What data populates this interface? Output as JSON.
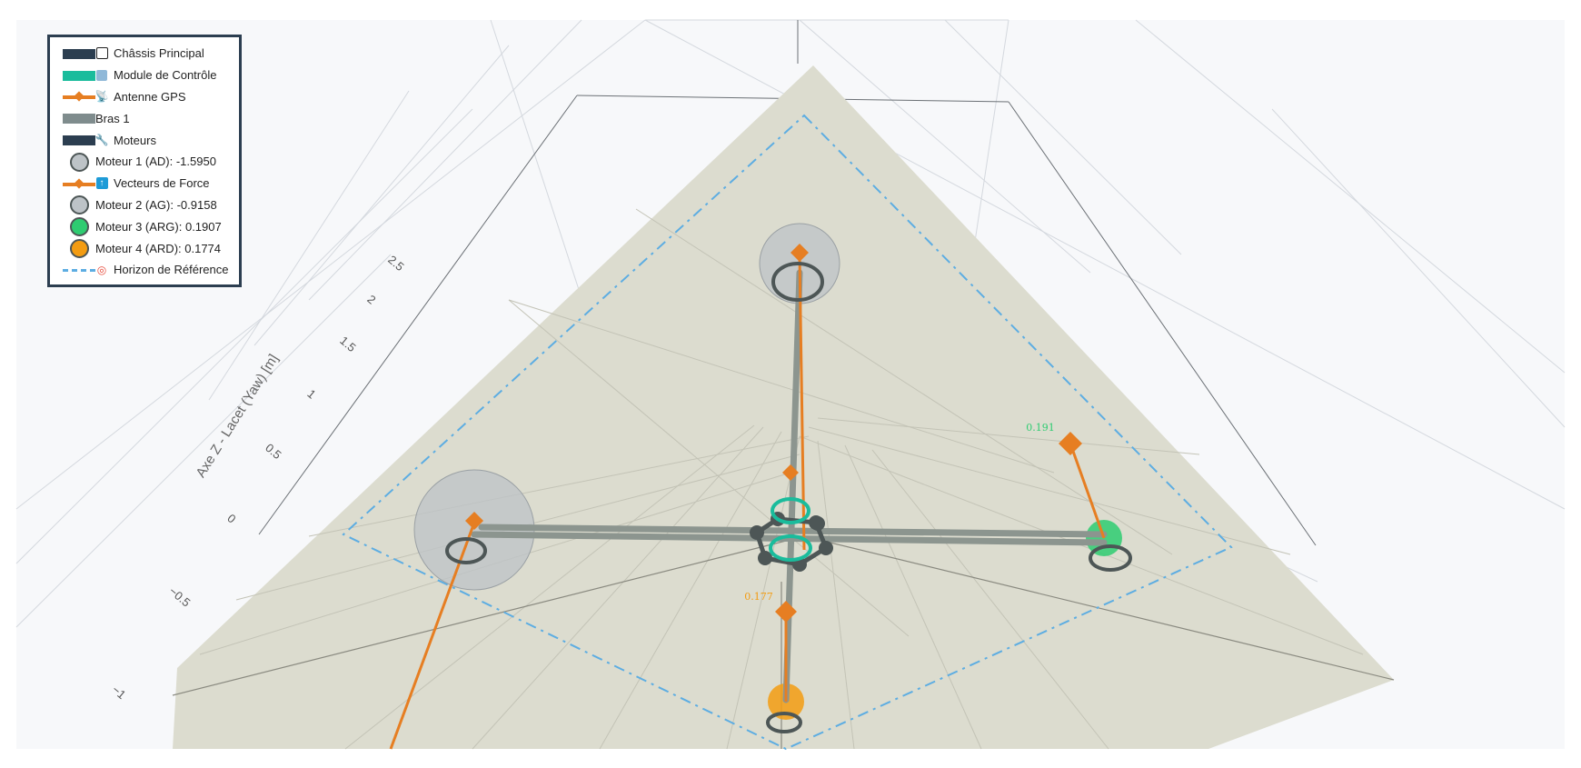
{
  "chart_data": {
    "type": "scatter3d",
    "zaxis": {
      "label": "Axe Z - Lacet (Yaw) [m]",
      "ticks": [
        "−1",
        "−0.5",
        "0",
        "0.5",
        "1",
        "1.5",
        "2",
        "2.5"
      ]
    },
    "legend": [
      {
        "name": "Châssis Principal",
        "icon": "square-outline-icon",
        "style": "chassis",
        "color": "#2c3e50"
      },
      {
        "name": "Module de Contrôle",
        "icon": "control-grid-icon",
        "style": "band",
        "color": "#1abc9c"
      },
      {
        "name": "Antenne GPS",
        "icon": "satellite-icon",
        "style": "line-marker",
        "color": "#e67e22"
      },
      {
        "name": "Bras 1",
        "icon": "",
        "style": "band",
        "color": "#7f8c8d"
      },
      {
        "name": "Moteurs",
        "icon": "wrench-icon",
        "style": "band",
        "color": "#2c3e50"
      },
      {
        "name": "Moteur 1 (AD): -1.5950",
        "icon": "",
        "style": "circle",
        "color": "#bdc3c7"
      },
      {
        "name": "Vecteurs de Force",
        "icon": "up-arrow-icon",
        "style": "line-marker",
        "color": "#e67e22"
      },
      {
        "name": "Moteur 2 (AG): -0.9158",
        "icon": "",
        "style": "circle",
        "color": "#bdc3c7"
      },
      {
        "name": "Moteur 3 (ARG): 0.1907",
        "icon": "",
        "style": "circle",
        "color": "#2ecc71"
      },
      {
        "name": "Moteur 4 (ARD): 0.1774",
        "icon": "",
        "style": "circle",
        "color": "#f39c12"
      },
      {
        "name": "Horizon de Référence",
        "icon": "target-icon",
        "style": "dashdot",
        "color": "#5dade2"
      }
    ],
    "motors": [
      {
        "name": "Moteur 1 (AD)",
        "value": -1.595,
        "color": "#bdc3c7"
      },
      {
        "name": "Moteur 2 (AG)",
        "value": -0.9158,
        "color": "#bdc3c7"
      },
      {
        "name": "Moteur 3 (ARG)",
        "value": 0.1907,
        "color": "#2ecc71",
        "label": "0.191"
      },
      {
        "name": "Moteur 4 (ARD)",
        "value": 0.1774,
        "color": "#f39c12",
        "label": "0.177"
      }
    ],
    "colors": {
      "plane": "#dcdccf",
      "arm": "#8c958f",
      "motor_ring": "#4d5656",
      "force": "#e67e22",
      "horizon": "#5dade2",
      "control": "#1abc9c"
    }
  }
}
